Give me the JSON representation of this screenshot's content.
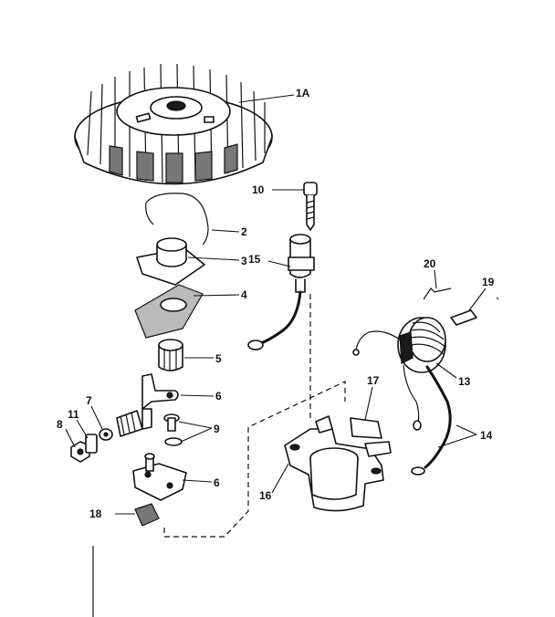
{
  "labels": {
    "p1a": "1A",
    "p2": "2",
    "p3": "3",
    "p4": "4",
    "p5": "5",
    "p6a": "6",
    "p6b": "6",
    "p7": "7",
    "p8": "8",
    "p9": "9",
    "p10": "10",
    "p11": "11",
    "p13": "13",
    "p14": "14",
    "p15": "15",
    "p16": "16",
    "p17": "17",
    "p18": "18",
    "p19": "19",
    "p20": "20"
  }
}
